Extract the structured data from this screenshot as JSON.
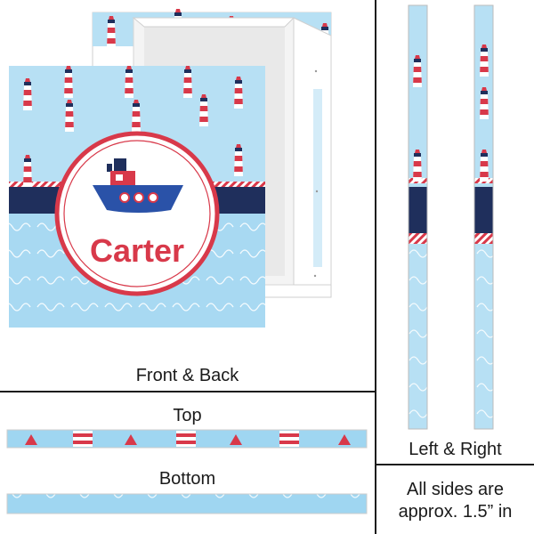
{
  "product": {
    "name": "Carter"
  },
  "labels": {
    "front_back": "Front & Back",
    "top": "Top",
    "bottom": "Bottom",
    "left_right": "Left & Right",
    "sides_note_line1": "All sides are",
    "sides_note_line2": "approx. 1.5” in"
  },
  "colors": {
    "sky": "#b7e0f4",
    "sea": "#9fd6f1",
    "navy": "#1f2f5c",
    "red": "#d8394a",
    "white": "#ffffff"
  }
}
